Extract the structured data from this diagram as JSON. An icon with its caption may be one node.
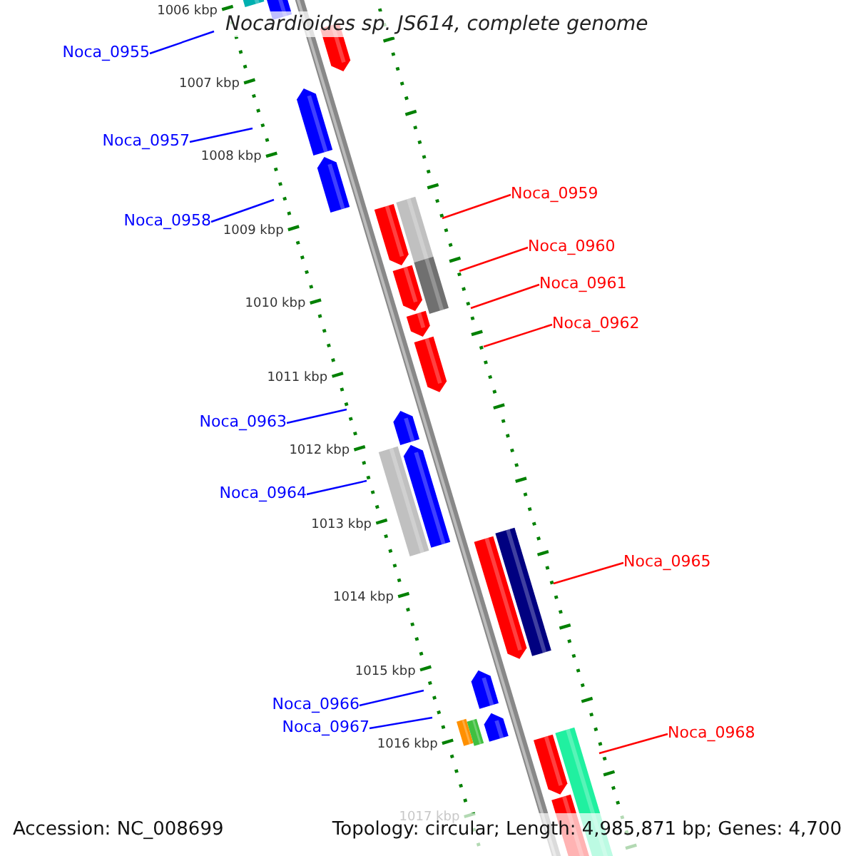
{
  "diagram": {
    "title": "Nocardioides sp. JS614, complete genome",
    "nodes": [
      {
        "text": [
          "Noca_0955"
        ]
      },
      {
        "text": [
          "Noca_0957"
        ]
      },
      {
        "text": [
          "Noca_0958"
        ]
      },
      {
        "text": [
          "Noca_0959"
        ]
      },
      {
        "text": [
          "Noca_0960"
        ]
      },
      {
        "text": [
          "Noca_0961"
        ]
      },
      {
        "text": [
          "Noca_0962"
        ]
      },
      {
        "text": [
          "Noca_0963"
        ]
      },
      {
        "text": [
          "Noca_0964"
        ]
      },
      {
        "text": [
          "Noca_0965"
        ]
      },
      {
        "text": [
          "Noca_0966"
        ]
      },
      {
        "text": [
          "Noca_0967"
        ]
      },
      {
        "text": [
          "Noca_0968"
        ]
      }
    ],
    "edges": [
      {
        "from": 0,
        "to": null,
        "arrow": "none"
      },
      {
        "from": 1,
        "to": null,
        "arrow": "none"
      },
      {
        "from": 2,
        "to": null,
        "arrow": "none"
      },
      {
        "from": 3,
        "to": null,
        "arrow": "none",
        "color": "#ff0000"
      },
      {
        "from": 4,
        "to": null,
        "arrow": "none",
        "color": "#ff0000"
      },
      {
        "from": 5,
        "to": null,
        "arrow": "none",
        "color": "#ff0000"
      },
      {
        "from": 6,
        "to": null,
        "arrow": "none",
        "color": "#ff0000"
      },
      {
        "from": 7,
        "to": null,
        "arrow": "none"
      },
      {
        "from": 8,
        "to": null,
        "arrow": "none"
      },
      {
        "from": 9,
        "to": null,
        "arrow": "none",
        "color": "#ff0000"
      },
      {
        "from": 10,
        "to": null,
        "arrow": "none"
      },
      {
        "from": 11,
        "to": null,
        "arrow": "none"
      },
      {
        "from": 12,
        "to": null,
        "arrow": "none",
        "color": "#ff0000"
      }
    ],
    "labels": [
      "1006 kbp",
      "1007 kbp",
      "1008 kbp",
      "1009 kbp",
      "1010 kbp",
      "1011 kbp",
      "1012 kbp",
      "1013 kbp",
      "1014 kbp",
      "1015 kbp",
      "1016 kbp",
      "1017 kbp",
      "Accession: NC_008699",
      "Topology: circular; Length: 4,985,871 bp; Genes: 4,700"
    ]
  }
}
